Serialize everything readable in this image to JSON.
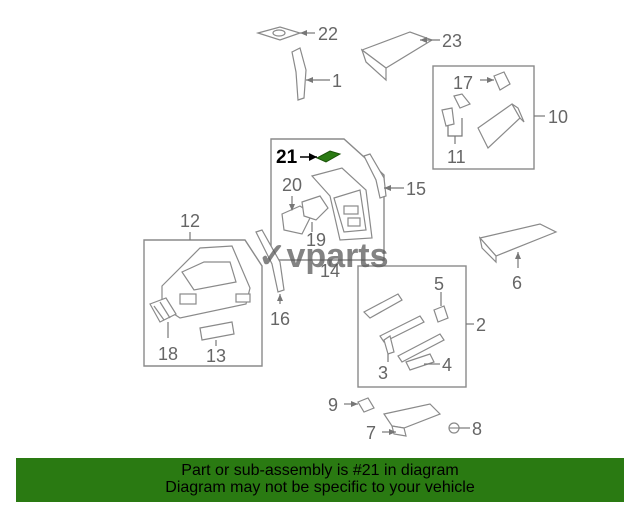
{
  "watermark": "✓vparts",
  "highlight_color": "#2a7a12",
  "callouts": {
    "c1": "1",
    "c2": "2",
    "c3": "3",
    "c4": "4",
    "c5": "5",
    "c6": "6",
    "c7": "7",
    "c8": "8",
    "c9": "9",
    "c10": "10",
    "c11": "11",
    "c12": "12",
    "c13": "13",
    "c14": "14",
    "c15": "15",
    "c16": "16",
    "c17": "17",
    "c18": "18",
    "c19": "19",
    "c20": "20",
    "c21": "21",
    "c22": "22",
    "c23": "23"
  },
  "banner": {
    "line1": "Part or sub-assembly is #21 in diagram",
    "line2": "Diagram may not be specific to your vehicle"
  }
}
